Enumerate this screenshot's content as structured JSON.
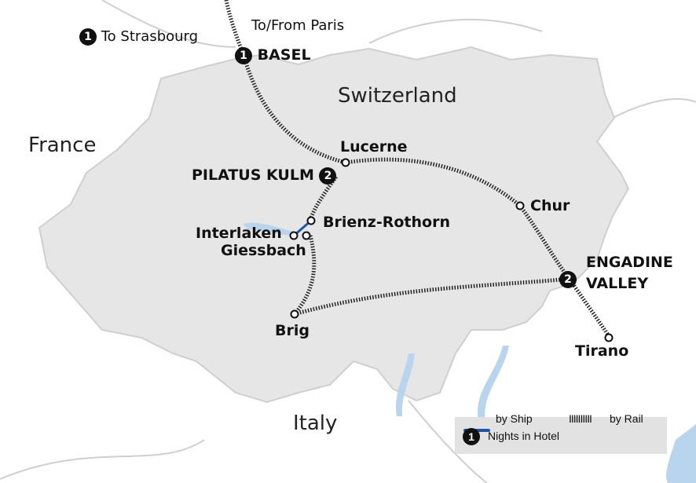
{
  "countries": {
    "switzerland": "Switzerland",
    "france": "France",
    "italy": "Italy"
  },
  "notes": {
    "strasbourg": "To Strasbourg",
    "paris": "To/From Paris",
    "strasbourg_nights": "1"
  },
  "stops": [
    {
      "name": "BASEL",
      "nights": "1"
    },
    {
      "name": "Lucerne"
    },
    {
      "name": "PILATUS KULM",
      "nights": "2"
    },
    {
      "name": "Brienz-Rothorn"
    },
    {
      "name": "Interlaken"
    },
    {
      "name": "Giessbach"
    },
    {
      "name": "Chur"
    },
    {
      "name": "ENGADINE",
      "name2": "VALLEY",
      "nights": "2"
    },
    {
      "name": "Brig"
    },
    {
      "name": "Tirano"
    }
  ],
  "legend": {
    "ship": "by Ship",
    "rail_marks": "IIIIIIIIII",
    "rail": "by Rail",
    "nights_badge": "1",
    "nights": "Nights in Hotel"
  },
  "colors": {
    "land": "#e6e6e6",
    "ship": "#1a56a8",
    "water": "#b9d5ee"
  }
}
